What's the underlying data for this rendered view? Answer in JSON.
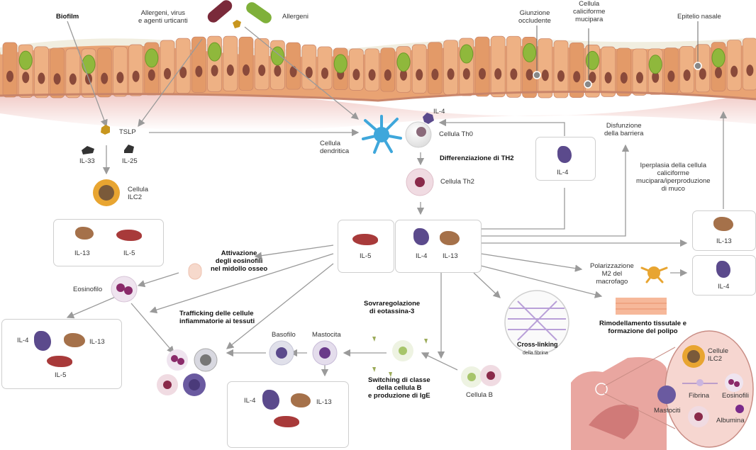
{
  "labels": {
    "biofilm": "Biofilm",
    "allergens_virus": "Allergeni, virus\ne agenti urticanti",
    "allergens": "Allergeni",
    "tight_junction": "Giunzione\noccludente",
    "goblet_cell": "Cellula\ncaliciforme\nmucipara",
    "nasal_epithelium": "Epitelio nasale",
    "tslp": "TSLP",
    "il33": "IL-33",
    "il25": "IL-25",
    "ilc2": "Cellula\nILC2",
    "dendritic_cell": "Cellula\ndendritica",
    "il4_top": "IL-4",
    "th0": "Cellula Th0",
    "th2_diff": "Differenziazione di TH2",
    "th2": "Cellula Th2",
    "barrier_dysfunction": "Disfunzione\ndella barriera",
    "goblet_hyperplasia": "Iperplasia della cellula\ncaliciforme\nmucipara/iperproduzione\ndi muco",
    "eos_activation": "Attivazione\ndegli eosinofili\nnel midollo osseo",
    "eosinophil": "Eosinofilo",
    "trafficking": "Trafficking delle cellule\ninfiammatorie ai tessuti",
    "eotaxin": "Sovraregolazione\ndi eotassina-3",
    "basophil": "Basofilo",
    "mast_cell": "Mastocita",
    "class_switch": "Switching di classe\ndella cellula B\ne produzione di IgE",
    "b_cell": "Cellula B",
    "crosslinking": "Cross-linking",
    "fibrin_sub": "della fibrina",
    "m2": "Polarizzazione\nM2 del\nmacrofago",
    "remodeling": "Rimodellamento tissutale e\nformazione del polipo",
    "inset_ilc2": "Cellule\nILC2",
    "inset_fibrin": "Fibrina",
    "inset_eos": "Eosinofili",
    "inset_mast": "Mastociti",
    "inset_albumin": "Albumina"
  },
  "boxes": {
    "ilc2_box": [
      "IL-13",
      "IL-5"
    ],
    "il5_center": "IL-5",
    "il4_center": "IL-4",
    "il13_center": "IL-13",
    "il4_right": "IL-4",
    "il13_right": "IL-13",
    "il4_right_low": "IL-4",
    "eos_box": {
      "il4": "IL-4",
      "il13": "IL-13",
      "il5": "IL-5"
    },
    "mast_box": {
      "il4": "IL-4",
      "il13": "IL-13"
    }
  },
  "colors": {
    "epithelium": "#e9a373",
    "cilia": "#f1eee0",
    "goblet": "#8fb83c",
    "nucleus": "#8a4a3a",
    "tissue": "#f3d4d4",
    "arrow": "#999999",
    "il4": "#5b4a8c",
    "il13": "#a5714a",
    "il5": "#a83a3a",
    "dendritic": "#3fa7db",
    "inset": "#f6d6d0"
  }
}
